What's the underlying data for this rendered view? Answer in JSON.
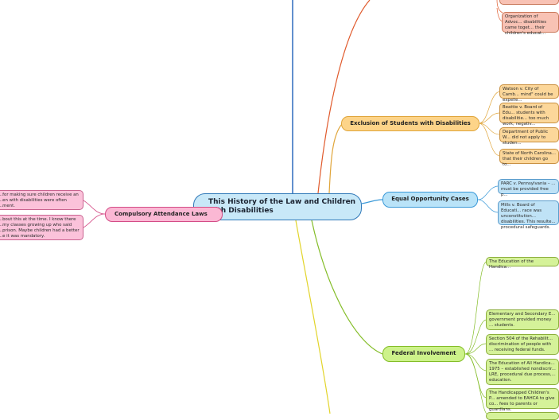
{
  "central_topic": "This History of the Law and Children with Disabilities",
  "branches": {
    "compulsory": {
      "label": "Compulsory Attendance Laws",
      "color": "#d44c86",
      "notes": [
        "...for making sure children receive an ...en with disabilities were often ...ment.",
        "...bout this at the time. I know there ...my classes growing up who said ...prison. Maybe children had a better ...e it was mandatory."
      ]
    },
    "exclusion": {
      "label": "Exclusion of Students with Disabilities",
      "color": "#e0a53a",
      "notes": [
        "Watson v. City of Camb... mind\" could be expelle...",
        "Beattie v. Board of Edu... students with disabilitie... too much work, negativ...",
        "Department of Public W... did not apply to studen...",
        "State of North Carolina... that their children go to..."
      ]
    },
    "equal": {
      "label": "Equal Opportunity Cases",
      "color": "#3a99d8",
      "notes": [
        "PARC v. Pennsylvania – ... must be provided free p...",
        "Mills v. Board of Educati... race was unconstitution... disabilities. This resulte... procedural safeguards."
      ]
    },
    "federal": {
      "label": "Federal Involvement",
      "color": "#84bd28",
      "notes": [
        "The Education of the Handica...",
        "Elementary and Secondary E... government provided money ... students.",
        "Section 504 of the Rehabilit... discrimination of people with ... receiving federal funds.",
        "The Education of All Handica... 1975 – established nondiscrir... LRE, procedural due process,... education.",
        "The Handicapped Children's P... amended to EAHCA to give co... fees to parents or guardians."
      ]
    },
    "advocacy": {
      "color": "#e05a2c",
      "notes": [
        "Organization of Advoc... disabilities came toget... their children's educat..."
      ]
    },
    "top_line_color": "#2060b8",
    "bottom_line_color": "#e2d42a"
  }
}
